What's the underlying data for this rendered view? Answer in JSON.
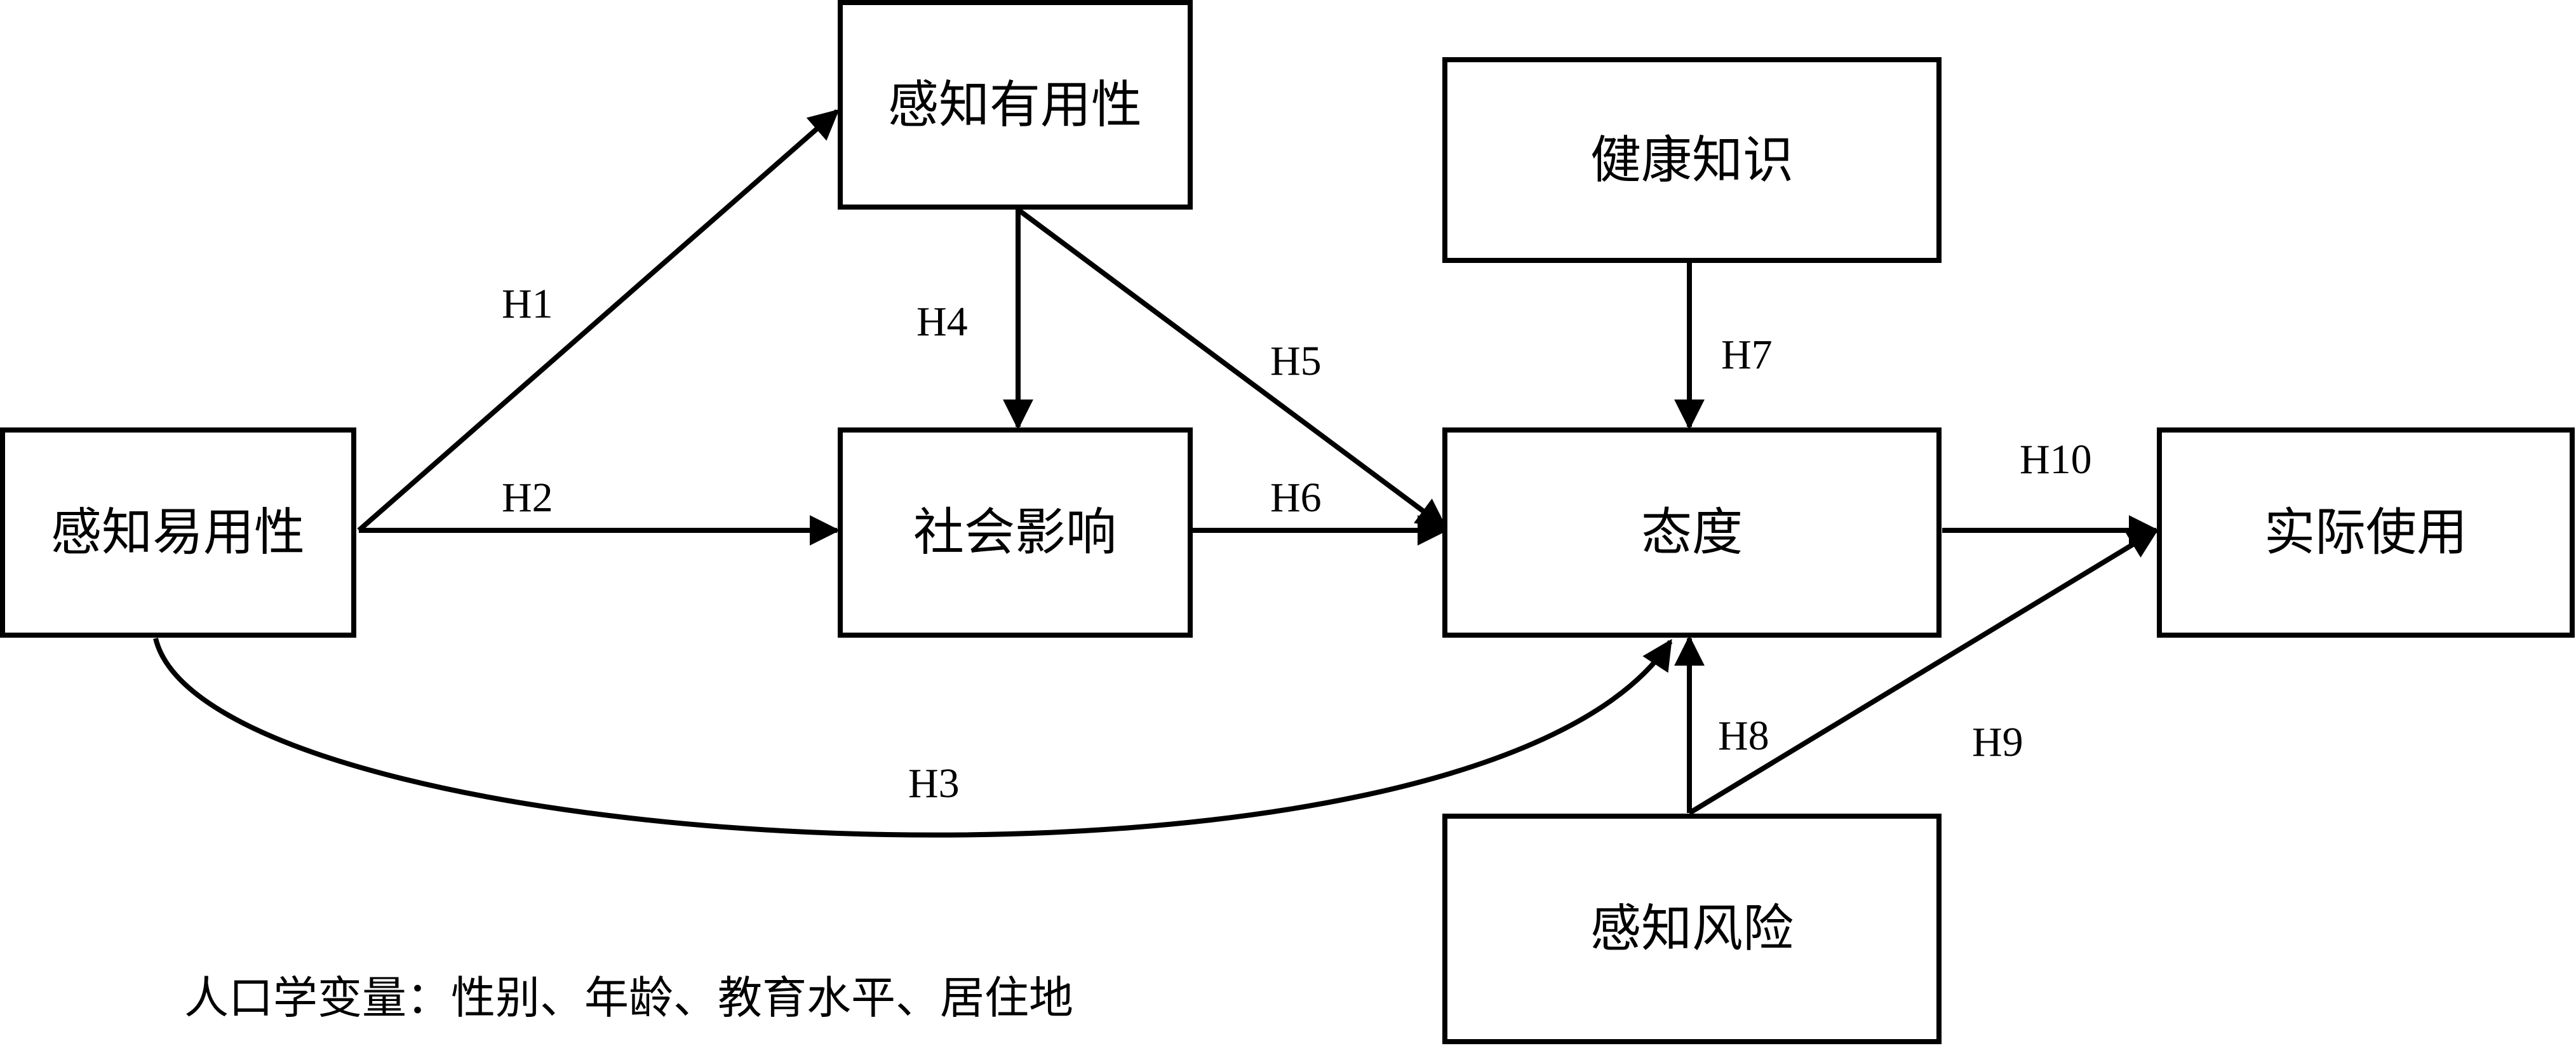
{
  "nodes": {
    "peou": "感知易用性",
    "pu": "感知有用性",
    "social": "社会影响",
    "health": "健康知识",
    "attitude": "态度",
    "risk": "感知风险",
    "use": "实际使用"
  },
  "edges": {
    "h1": "H1",
    "h2": "H2",
    "h3": "H3",
    "h4": "H4",
    "h5": "H5",
    "h6": "H6",
    "h7": "H7",
    "h8": "H8",
    "h9": "H9",
    "h10": "H10"
  },
  "footnote": "人口学变量：性别、年龄、教育水平、居住地"
}
